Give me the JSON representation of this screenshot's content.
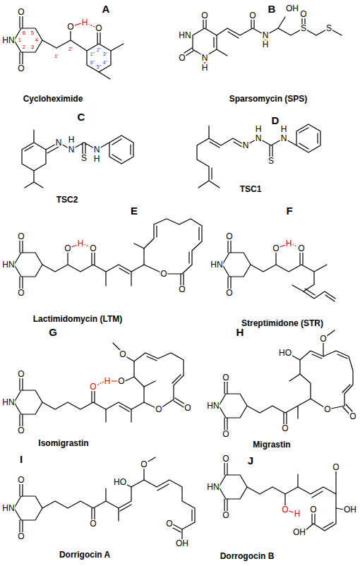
{
  "diagram": {
    "labels": [
      "A",
      "O",
      "HN",
      "O",
      "1",
      "2",
      "3",
      "4",
      "5",
      "6",
      "O",
      "H",
      "O",
      "1'",
      "2'",
      "1''",
      "2''",
      "3''",
      "4''",
      "5''",
      "6''",
      "Cycloheximide",
      "B",
      "O",
      "HN",
      "O",
      "N",
      "H",
      "O",
      "N",
      "H",
      "OH",
      "O",
      "S",
      "S",
      "Sparsomycin (SPS)",
      "C",
      "N",
      "N",
      "H",
      "S",
      "N",
      "H",
      "TSC2",
      "D",
      "N",
      "N",
      "H",
      "S",
      "N",
      "H",
      "TSC1",
      "E",
      "O",
      "HN",
      "O",
      "O",
      "H",
      "O",
      "O",
      "O",
      "Lactimidomycin (LTM)",
      "F",
      "O",
      "HN",
      "O",
      "O",
      "H",
      "O",
      "Streptimidone (STR)",
      "G",
      "O",
      "HN",
      "O",
      "O",
      "H",
      "O",
      "O",
      "O",
      "O",
      "Isomigrastin",
      "H",
      "O",
      "HN",
      "O",
      "HO",
      "O",
      "O",
      "O",
      "O",
      "Migrastin",
      "I",
      "O",
      "HN",
      "O",
      "HO",
      "O",
      "O",
      "O",
      "OH",
      "Dorrigocin A",
      "J",
      "O",
      "HN",
      "O",
      "O",
      "H",
      "O",
      "OH",
      "O",
      "OH",
      "Dorrogocin B"
    ]
  }
}
